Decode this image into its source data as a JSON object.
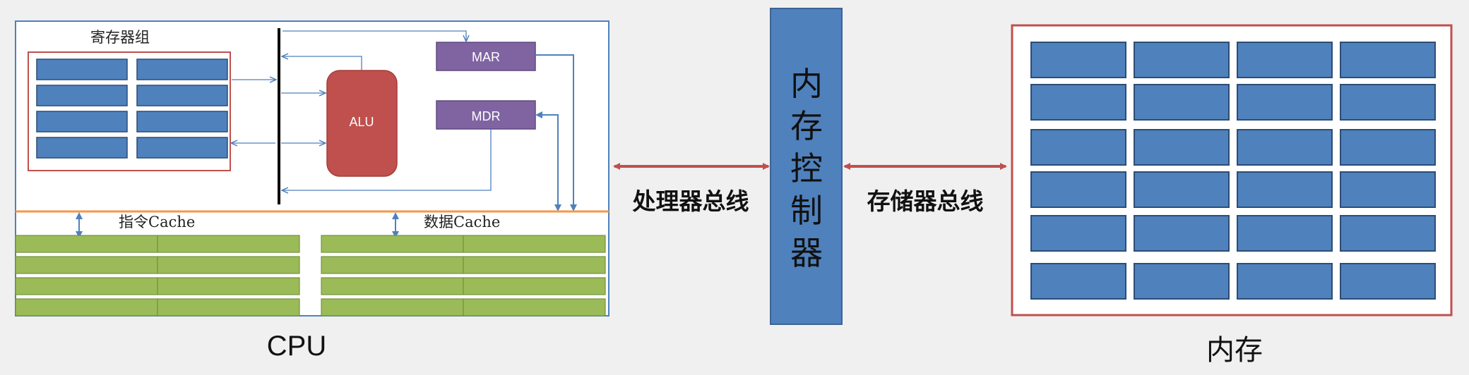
{
  "cpu": {
    "label": "CPU",
    "register_group_label": "寄存器组",
    "alu_label": "ALU",
    "mar_label": "MAR",
    "mdr_label": "MDR",
    "instr_cache_label": "指令Cache",
    "data_cache_label": "数据Cache"
  },
  "bus": {
    "processor_bus_label": "处理器总线",
    "storage_bus_label": "存储器总线"
  },
  "memory_controller": {
    "chars": [
      "内",
      "存",
      "控",
      "制",
      "器"
    ]
  },
  "memory": {
    "label": "内存"
  },
  "colors": {
    "blue_block": "#4f81bd",
    "red_border": "#c0504d",
    "alu_fill": "#c0504d",
    "mar_mdr_fill": "#8064a2",
    "cache_green": "#9bbb59",
    "cache_line": "#f79646",
    "bus_arrow": "#c0504d",
    "thin_arrow": "#4f81bd"
  }
}
